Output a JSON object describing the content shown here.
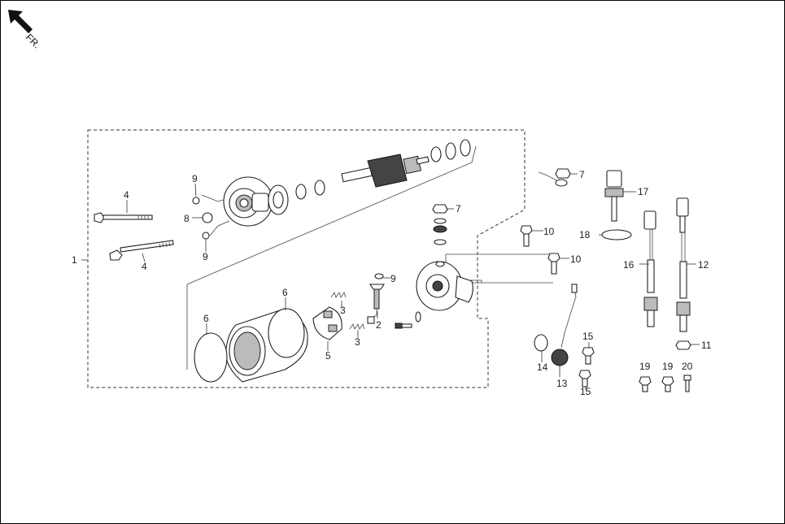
{
  "direction_indicator": {
    "label": "FR."
  },
  "callouts": {
    "c1": "1",
    "c2": "2",
    "c3a": "3",
    "c3b": "3",
    "c4a": "4",
    "c4b": "4",
    "c5": "5",
    "c6a": "6",
    "c6b": "6",
    "c7a": "7",
    "c7b": "7",
    "c8": "8",
    "c9a": "9",
    "c9b": "9",
    "c9c": "9",
    "c10a": "10",
    "c10b": "10",
    "c11": "11",
    "c12": "12",
    "c13": "13",
    "c14": "14",
    "c15a": "15",
    "c15b": "15",
    "c16": "16",
    "c17": "17",
    "c18": "18",
    "c19a": "19",
    "c19b": "19",
    "c20": "20"
  },
  "colors": {
    "line": "#222222",
    "background": "#ffffff",
    "frame": "#000000"
  }
}
